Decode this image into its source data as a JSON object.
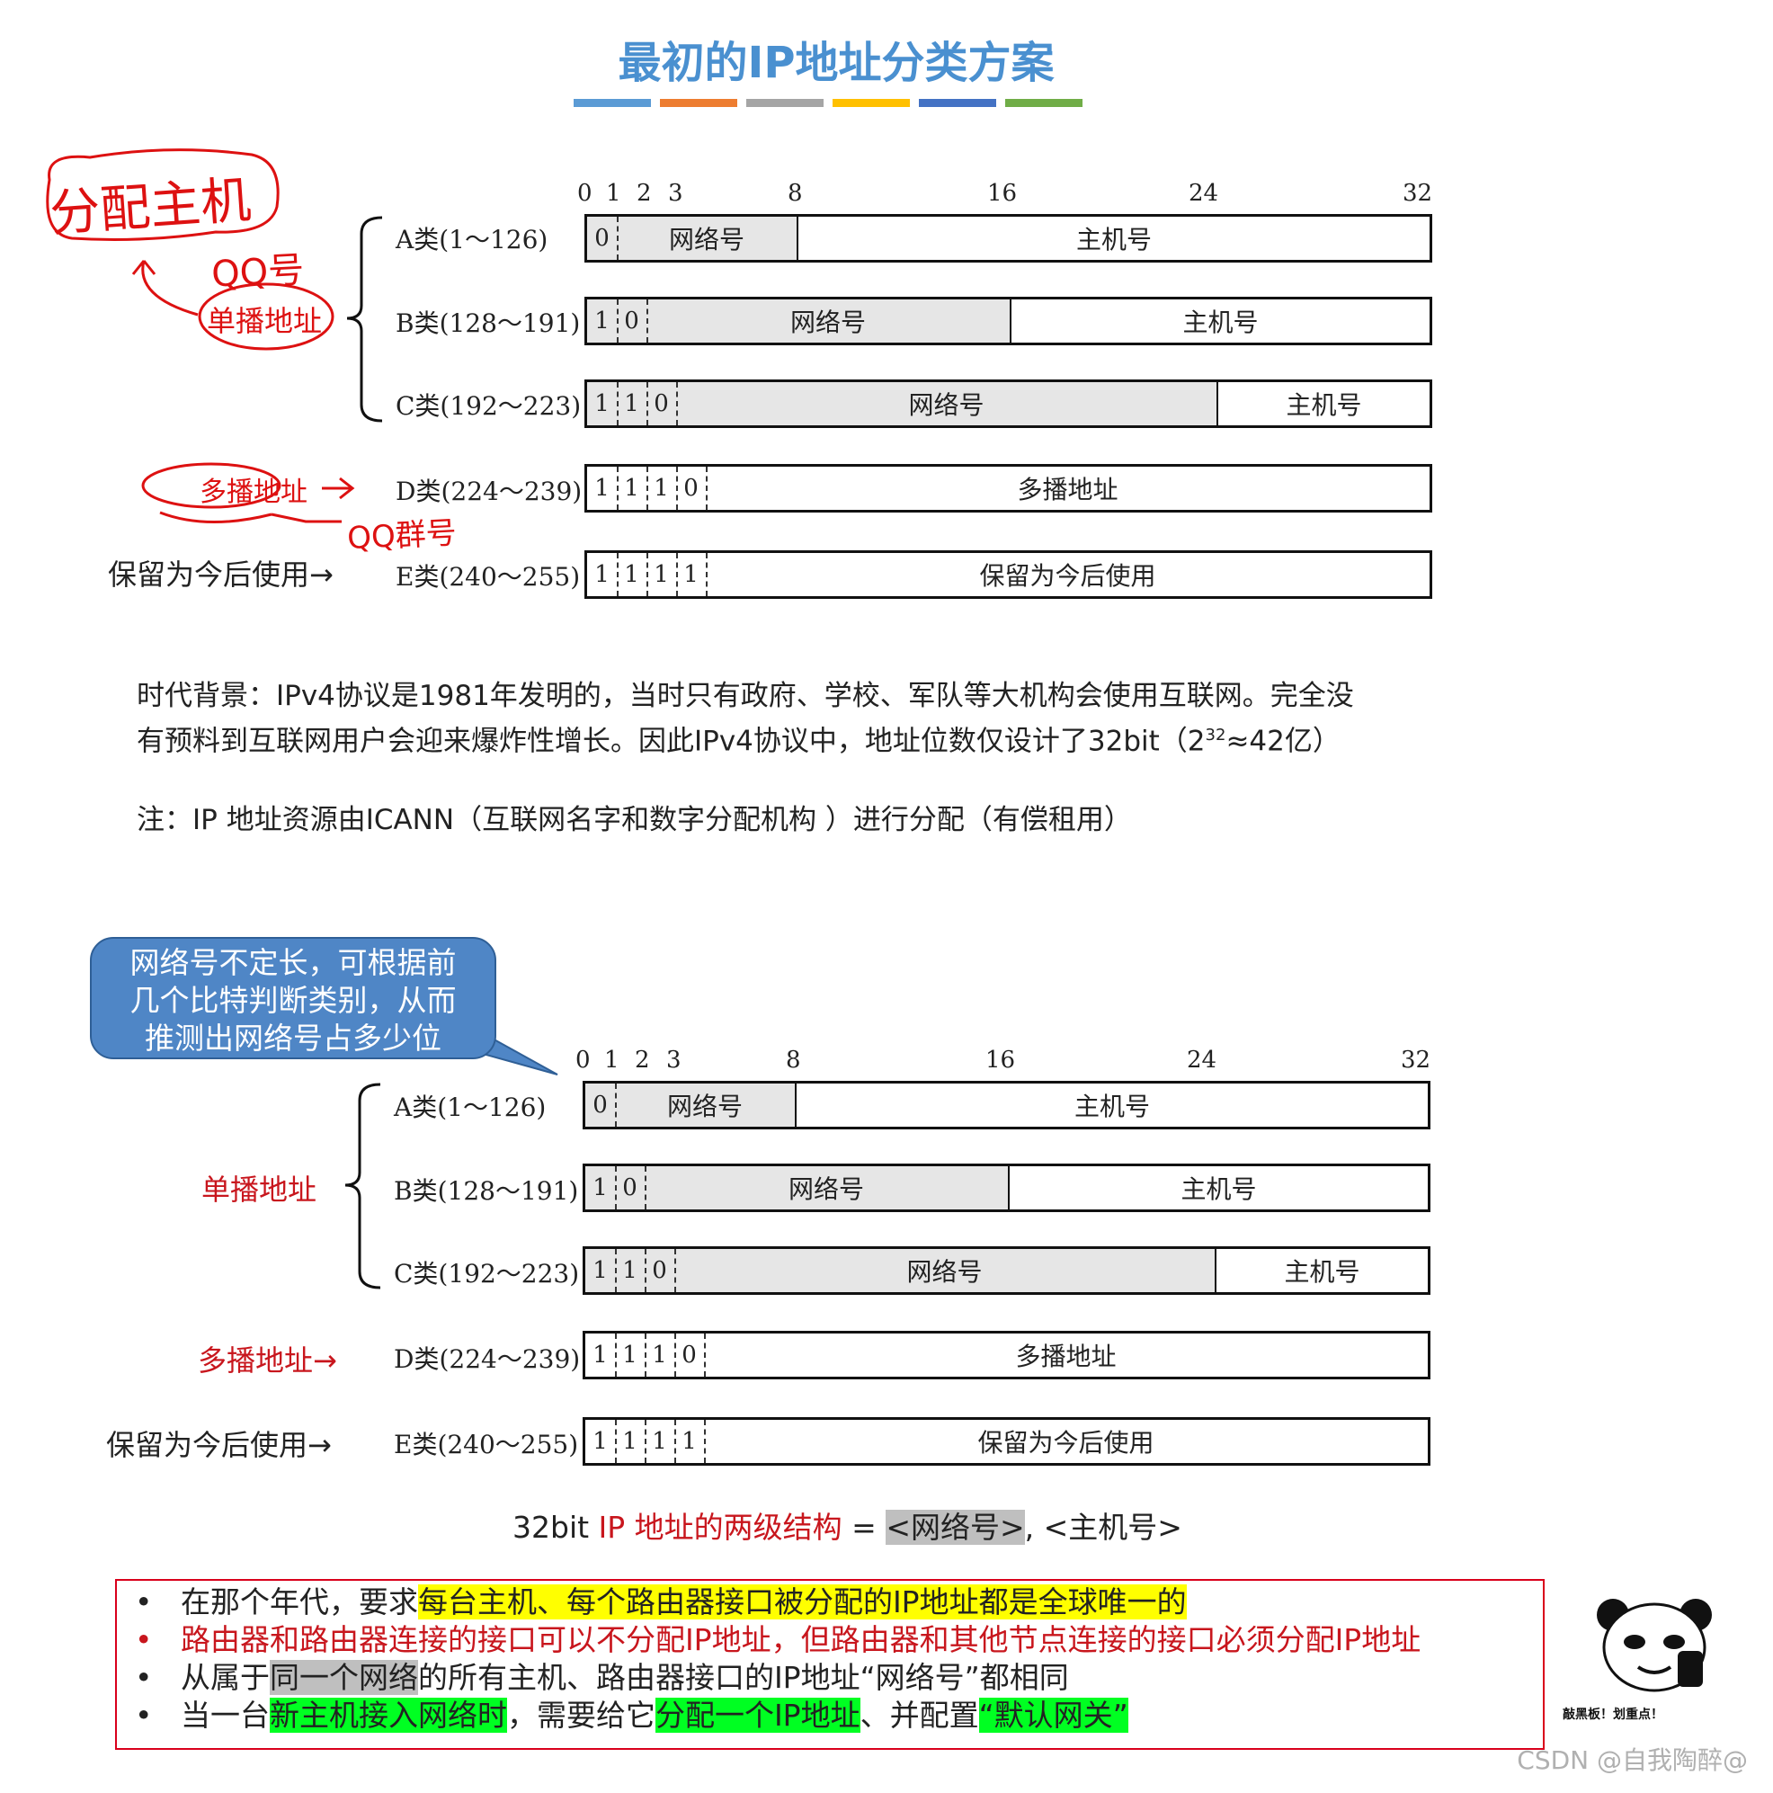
{
  "title": "最初的IP地址分类方案",
  "title_bar_colors": [
    "#5b9bd5",
    "#ed7d31",
    "#a5a5a5",
    "#ffc000",
    "#4472c4",
    "#70ad47"
  ],
  "bit_ticks": [
    "0",
    "1",
    "2",
    "3",
    "8",
    "16",
    "24",
    "32"
  ],
  "classes": [
    {
      "name": "A类(1～126)",
      "bits": [
        "0"
      ],
      "net_label": "网络号",
      "host_label": "主机号",
      "net_fraction": 0.25
    },
    {
      "name": "B类(128～191)",
      "bits": [
        "1",
        "0"
      ],
      "net_label": "网络号",
      "host_label": "主机号",
      "net_fraction": 0.5
    },
    {
      "name": "C类(192～223)",
      "bits": [
        "1",
        "1",
        "0"
      ],
      "net_label": "网络号",
      "host_label": "主机号",
      "net_fraction": 0.75
    },
    {
      "name": "D类(224～239)",
      "bits": [
        "1",
        "1",
        "1",
        "0"
      ],
      "label": "多播地址"
    },
    {
      "name": "E类(240～255)",
      "bits": [
        "1",
        "1",
        "1",
        "1"
      ],
      "label": "保留为今后使用"
    }
  ],
  "side_labels": {
    "unicast": "单播地址",
    "multicast": "多播地址→",
    "reserved": "保留为今后使用→"
  },
  "handwriting": {
    "assign_host": "分配主机",
    "qq_number": "QQ号",
    "qq_group": "QQ群号",
    "unicast": "单播地址",
    "multicast": "多播地址"
  },
  "background_text": {
    "line1": "时代背景：IPv4协议是1981年发明的，当时只有政府、学校、军队等大机构会使用互联网。完全没",
    "line2_prefix": "有预料到互联网用户会迎来爆炸性增长。因此IPv4协议中，地址位数仅设计了32bit（2",
    "line2_sup": "32",
    "line2_suffix": "≈42亿）"
  },
  "note": "注：IP 地址资源由ICANN（互联网名字和数字分配机构 ）进行分配（有偿租用）",
  "callout": {
    "line1": "网络号不定长，可根据前",
    "line2": "几个比特判断类别，从而",
    "line3": "推测出网络号占多少位"
  },
  "structure": {
    "prefix": "32bit",
    "red_part": " IP 地址的两级结构",
    "eq": " = ",
    "net": "<网络号>",
    "sep": ", ",
    "host": "<主机号>"
  },
  "bullets": {
    "b1_a": "在那个年代，要求",
    "b1_hl": "每台主机、每个路由器接口被分配的IP地址都是全球唯一的",
    "b2": "路由器和路由器连接的接口可以不分配IP地址，但路由器和其他节点连接的接口必须分配IP地址",
    "b3_a": "从属于",
    "b3_hl": "同一个网络",
    "b3_b": "的所有主机、路由器接口的IP地址“网络号”都相同",
    "b4_a": "当一台",
    "b4_hl1": "新主机接入网络时",
    "b4_b": "，需要给它",
    "b4_hl2": "分配一个IP地址",
    "b4_c": "、并配置",
    "b4_hl3": "“默认网关”"
  },
  "meme_caption": "敲黑板！划重点！",
  "watermark": "CSDN @自我陶醉@"
}
